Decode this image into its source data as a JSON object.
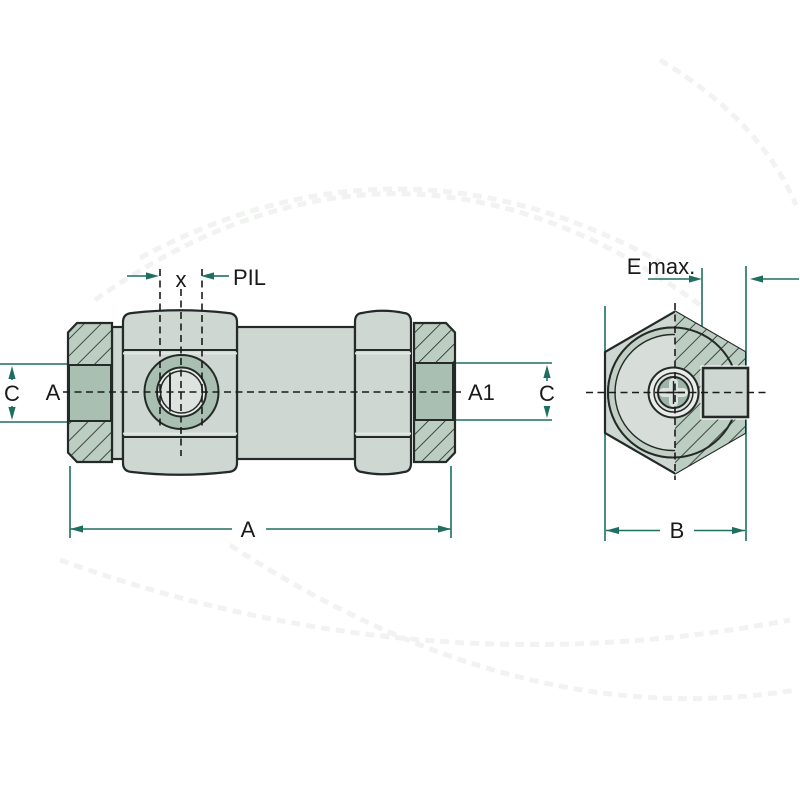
{
  "labels": {
    "x_dim": "x",
    "pil": "PIL",
    "port_left": "A",
    "c_left": "C",
    "port_right": "A1",
    "c_right": "C",
    "overall_length": "A",
    "e_max": "E max.",
    "across_flats": "B"
  },
  "colors": {
    "outline": "#242a27",
    "body_fill": "#cfd7d3",
    "face_fill": "#d7ddd9",
    "hatch_fill": "#bccdc2",
    "hatch_line": "#2b312e",
    "recess_fill": "#a8bfb2",
    "recess_dark": "#9db5a7",
    "ring_white": "#e9ece9",
    "ring_inner": "#dde3df",
    "facet_light": "#e4e8e5",
    "chamfer_band": "#c2cfc5",
    "center_color": "#1b1b1b",
    "dim_color": "#1e6f60",
    "text_color": "#1a1a1a",
    "watermark": "#eef1ef"
  }
}
